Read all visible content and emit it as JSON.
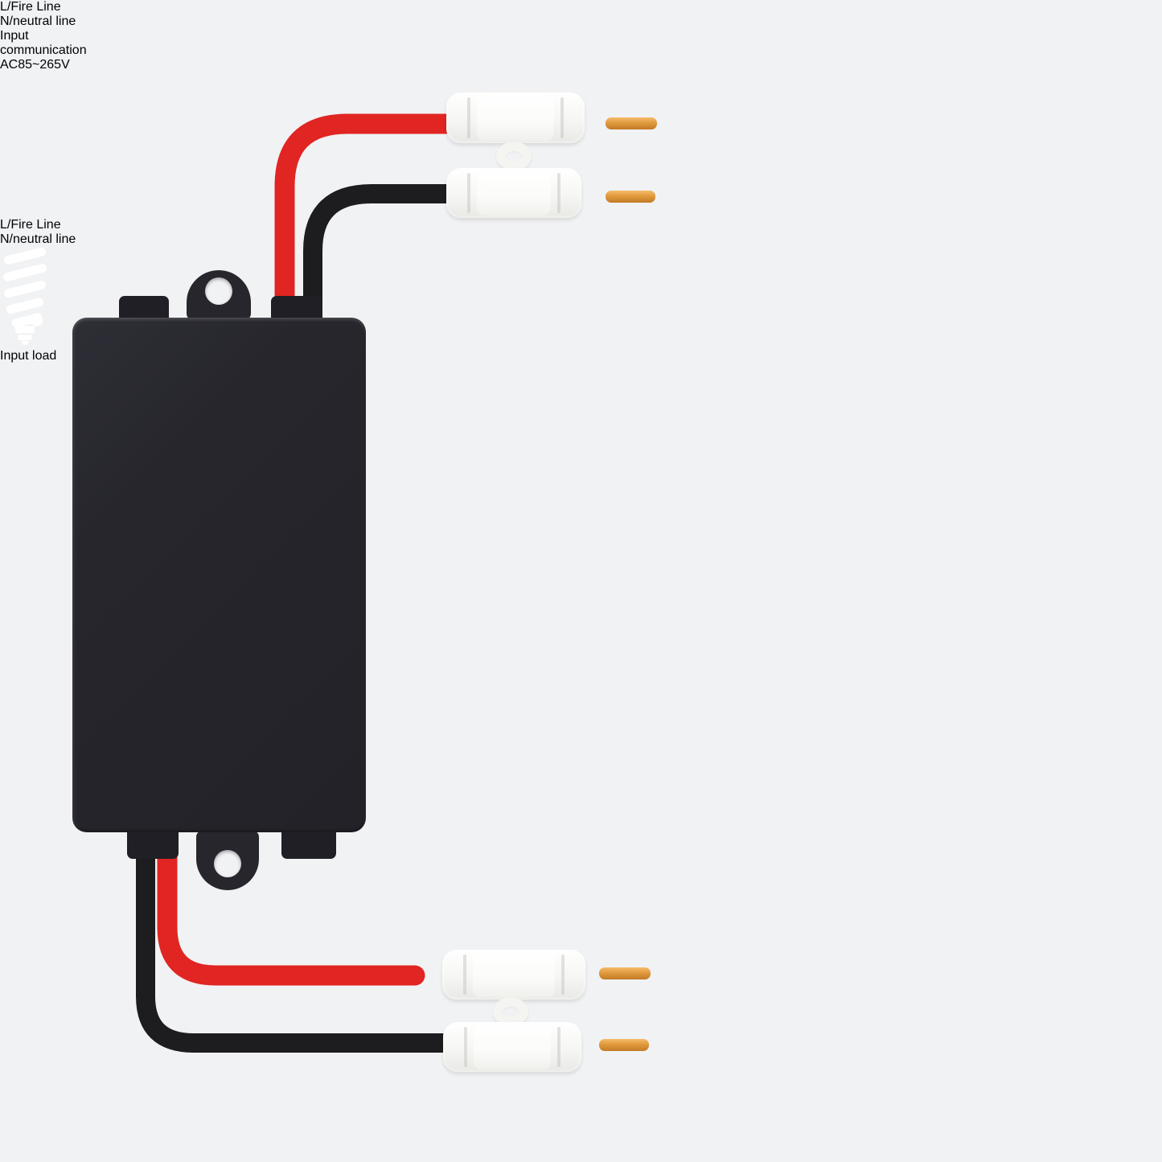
{
  "page": {
    "background": "#f1f2f4",
    "description": "Wiring diagram of a mini relay switch module"
  },
  "device": {
    "name": "relay switch module",
    "body_color": "#26262c"
  },
  "top_circuit": {
    "fire_label": "L/Fire Line",
    "neutral_label": "N/neutral line",
    "arrow_direction": "left",
    "box_lines": [
      "Input",
      "communication",
      "AC85~265V"
    ]
  },
  "bottom_circuit": {
    "fire_label": "L/Fire Line",
    "neutral_label": "N/neutral line",
    "arrow_direction": "right",
    "box_label": "Input load",
    "box_icon": "cfl-bulb-icon"
  },
  "colors": {
    "accent_blue": "#3d5a9e",
    "fire_wire_red": "#e02522",
    "neutral_wire_black": "#1d1d20",
    "fire_label_red": "#cb4350",
    "neutral_label_black": "#242424",
    "copper": "#e09a3e",
    "connector_white": "#f6f6f4",
    "background": "#f1f2f4"
  }
}
